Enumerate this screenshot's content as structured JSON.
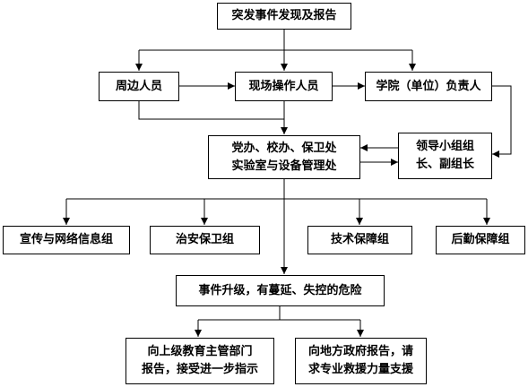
{
  "nodes": {
    "event_discovery": {
      "lines": [
        "突发事件发现及报告"
      ]
    },
    "nearby_people": {
      "lines": [
        "周边人员"
      ]
    },
    "onsite_operators": {
      "lines": [
        "现场操作人员"
      ]
    },
    "college_head": {
      "lines": [
        "学院（单位）负责人"
      ]
    },
    "admin_offices": {
      "lines": [
        "党办、校办、保卫处",
        "实验室与设备管理处"
      ]
    },
    "leader_group": {
      "lines": [
        "领导小组组",
        "长、副组长"
      ]
    },
    "publicity_group": {
      "lines": [
        "宣传与网络信息组"
      ]
    },
    "security_group": {
      "lines": [
        "治安保卫组"
      ]
    },
    "tech_group": {
      "lines": [
        "技术保障组"
      ]
    },
    "logistics_group": {
      "lines": [
        "后勤保障组"
      ]
    },
    "escalation": {
      "lines": [
        "事件升级，有蔓延、失控的危险"
      ]
    },
    "report_education": {
      "lines": [
        "向上级教育主管部门",
        "报告，接受进一步指示"
      ]
    },
    "report_government": {
      "lines": [
        "向地方政府报告，请",
        "求专业救援力量支援"
      ]
    }
  },
  "colors": {
    "line": "#000000",
    "box_border": "#000000",
    "text": "#000000",
    "background": "#ffffff"
  }
}
